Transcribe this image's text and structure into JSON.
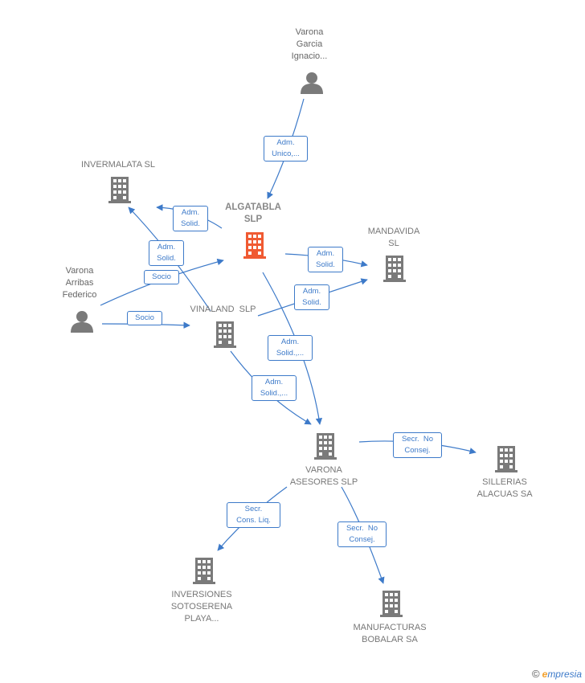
{
  "colors": {
    "edge": "#3d7ac9",
    "company": "#7a7a7a",
    "main_company": "#f05a32",
    "person": "#7a7a7a"
  },
  "nodes": {
    "varona_garcia": {
      "lines": [
        "Varona",
        "Garcia",
        "Ignacio..."
      ],
      "icon": "person-icon"
    },
    "varona_arribas": {
      "lines": [
        "Varona",
        "Arribas",
        "Federico"
      ],
      "icon": "person-icon"
    },
    "invermalata": {
      "lines": [
        "INVERMALATA SL"
      ],
      "icon": "building-icon"
    },
    "algatabla": {
      "lines": [
        "ALGATABLA",
        "SLP"
      ],
      "icon": "building-icon"
    },
    "mandavida": {
      "lines": [
        "MANDAVIDA",
        "SL"
      ],
      "icon": "building-icon"
    },
    "vinaland": {
      "lines": [
        "VINALAND  SLP"
      ],
      "icon": "building-icon"
    },
    "varona_asesores": {
      "lines": [
        "VARONA",
        "ASESORES SLP"
      ],
      "icon": "building-icon"
    },
    "sillerias": {
      "lines": [
        "SILLERIAS",
        "ALACUAS SA"
      ],
      "icon": "building-icon"
    },
    "inversiones": {
      "lines": [
        "INVERSIONES",
        "SOTOSERENA",
        "PLAYA..."
      ],
      "icon": "building-icon"
    },
    "manufacturas": {
      "lines": [
        "MANUFACTURAS",
        "BOBALAR SA"
      ],
      "icon": "building-icon"
    }
  },
  "edges": {
    "e1": {
      "lines": [
        "Adm.",
        "Unico,..."
      ]
    },
    "e2": {
      "lines": [
        "Adm.",
        "Solid."
      ]
    },
    "e3": {
      "lines": [
        "Adm.",
        "Solid."
      ]
    },
    "e4": {
      "lines": [
        "Socio"
      ]
    },
    "e5": {
      "lines": [
        "Socio"
      ]
    },
    "e6": {
      "lines": [
        "Adm.",
        "Solid."
      ]
    },
    "e7": {
      "lines": [
        "Adm.",
        "Solid."
      ]
    },
    "e8": {
      "lines": [
        "Adm.",
        "Solid.,..."
      ]
    },
    "e9": {
      "lines": [
        "Adm.",
        "Solid.,..."
      ]
    },
    "e10": {
      "lines": [
        "Secr.  No",
        "Consej."
      ]
    },
    "e11": {
      "lines": [
        "Secr.",
        "Cons. Liq."
      ]
    },
    "e12": {
      "lines": [
        "Secr.  No",
        "Consej."
      ]
    }
  },
  "brand": {
    "copyright": "©",
    "initial": "e",
    "rest": "mpresia"
  }
}
